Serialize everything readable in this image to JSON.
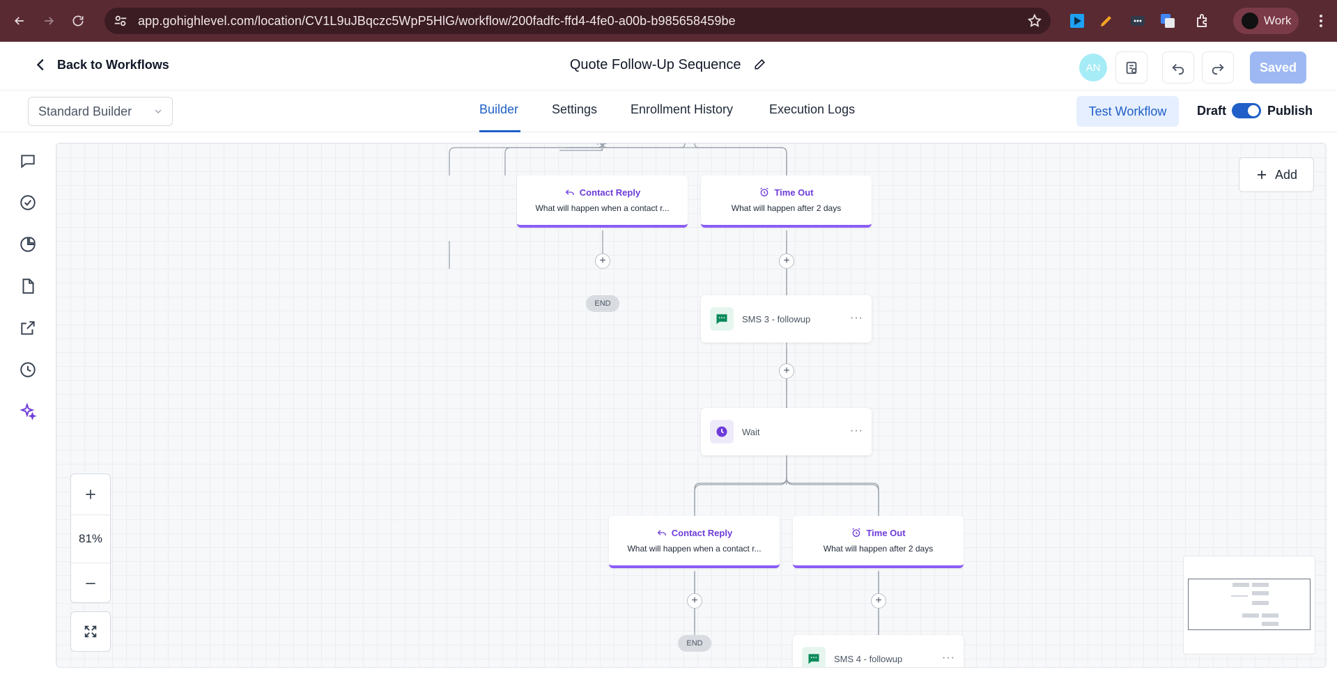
{
  "browser": {
    "url": "app.gohighlevel.com/location/CV1L9uJBqczc5WpP5HlG/workflow/200fadfc-ffd4-4fe0-a00b-b985658459be",
    "profile_label": "Work"
  },
  "header": {
    "back_label": "Back to Workflows",
    "workflow_title": "Quote Follow-Up Sequence",
    "avatar_initials": "AN",
    "saved_label": "Saved"
  },
  "subheader": {
    "builder_mode": "Standard Builder",
    "tabs": [
      {
        "label": "Builder",
        "active": true
      },
      {
        "label": "Settings",
        "active": false
      },
      {
        "label": "Enrollment History",
        "active": false
      },
      {
        "label": "Execution Logs",
        "active": false
      }
    ],
    "test_label": "Test Workflow",
    "draft_label": "Draft",
    "publish_label": "Publish",
    "published": true
  },
  "canvas": {
    "add_label": "Add",
    "zoom": "81%",
    "branches": [
      {
        "title": "Contact Reply",
        "desc": "What will happen when a contact r..."
      },
      {
        "title": "Time Out",
        "desc": "What will happen after 2 days"
      },
      {
        "title": "Contact Reply",
        "desc": "What will happen when a contact r..."
      },
      {
        "title": "Time Out",
        "desc": "What will happen after 2 days"
      }
    ],
    "actions": [
      {
        "label": "SMS 3 - followup",
        "icon": "sms-icon"
      },
      {
        "label": "Wait",
        "icon": "clock-icon"
      },
      {
        "label": "SMS 4 - followup",
        "icon": "sms-icon"
      }
    ],
    "end_label": "END",
    "more_glyph": "···",
    "plus_glyph": "+"
  },
  "colors": {
    "browser_frame": "#5a2a33",
    "accent_blue": "#1f5fc7",
    "branch_purple": "#8b5cf6",
    "sms_green": "#0b8a5a"
  }
}
